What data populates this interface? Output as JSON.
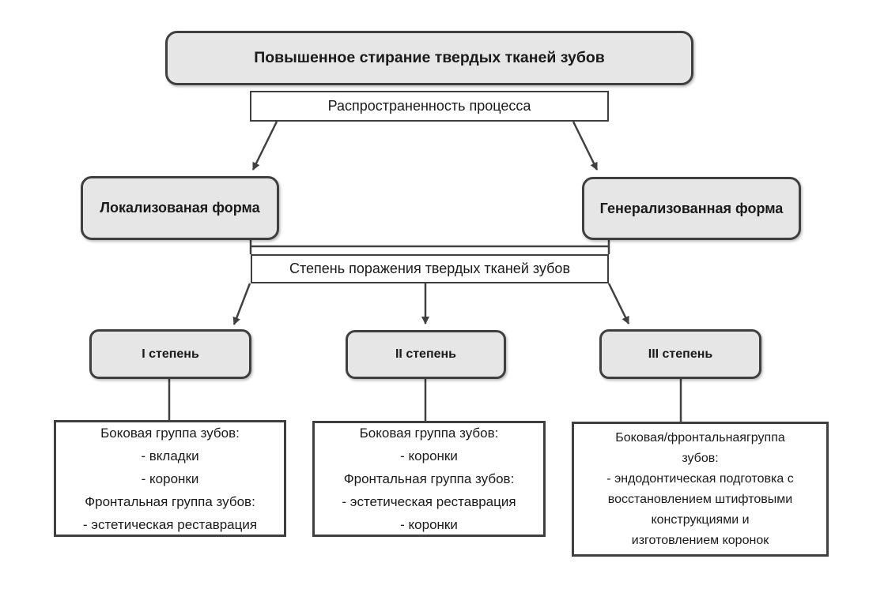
{
  "colors": {
    "node_fill": "#e7e6e6",
    "node_border": "#3f3f3f",
    "connector": "#404040",
    "text": "#1a1a1a",
    "white_fill": "#ffffff"
  },
  "nodes": {
    "title": {
      "label": "Повышенное стирание твердых тканей зубов"
    },
    "criterion_spread": {
      "label": "Распространенность процесса"
    },
    "form_localized": {
      "label": "Локализованая форма"
    },
    "form_generalized": {
      "label": "Генерализованная форма"
    },
    "criterion_severity": {
      "label": "Степень поражения твердых тканей зубов"
    },
    "degree_1": {
      "label": "I степень"
    },
    "degree_2": {
      "label": "II степень"
    },
    "degree_3": {
      "label": "III степень"
    },
    "treatment_degree_1": {
      "lines": [
        "Боковая группа зубов:",
        "- вкладки",
        "- коронки",
        "Фронтальная группа зубов:",
        "- эстетическая реставрация"
      ]
    },
    "treatment_degree_2": {
      "lines": [
        "Боковая группа зубов:",
        "- коронки",
        "Фронтальная группа зубов:",
        "- эстетическая реставрация",
        "- коронки"
      ]
    },
    "treatment_degree_3": {
      "lines": [
        "Боковая/фронтальнаягруппа",
        "зубов:",
        "- эндодонтическая подготовка с",
        "восстановлением штифтовыми",
        "конструкциями и",
        "изготовлением коронок"
      ]
    }
  }
}
